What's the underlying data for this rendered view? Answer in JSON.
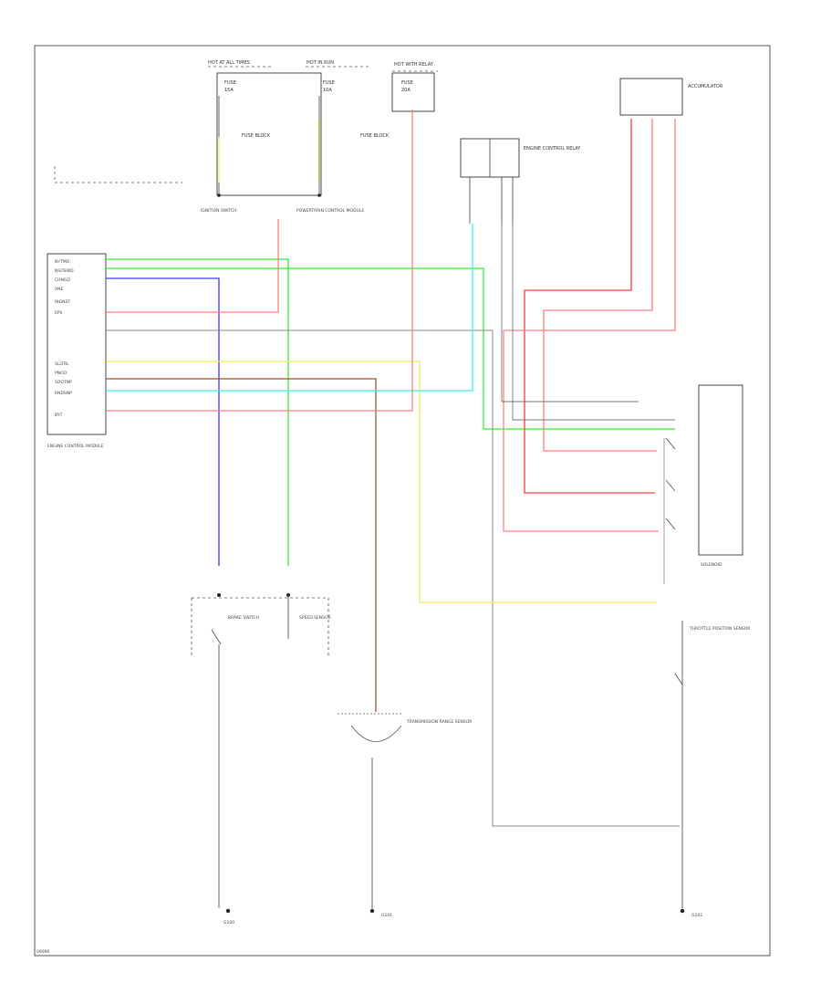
{
  "colors": {
    "green": "#33ee33",
    "pink": "#ff7f7f",
    "red": "#ff3a3a",
    "blue": "#3a3aee",
    "cyan": "#37f2f2",
    "yellow": "#eeee55",
    "brown": "#a0522d",
    "gray": "#666666",
    "olive": "#999900"
  },
  "labels": {
    "hot_at_all_times_1": "HOT AT ALL TIMES",
    "hot_in_run_1": "HOT IN RUN",
    "hot_with_relay": "HOT WITH RELAY",
    "fuse_a": "FUSE",
    "fuse_a_amp": "15A",
    "fuse_b": "FUSE",
    "fuse_b_amp": "10A",
    "fuse_c": "FUSE",
    "fuse_c_amp": "20A",
    "fuse_block_a": "FUSE BLOCK",
    "fuse_block_b": "FUSE BLOCK",
    "ignition": "IGNITION SWITCH",
    "powertrain": "POWERTRAIN CONTROL MODULE",
    "accumulator": "ACCUMULATOR",
    "engine_ctrl_relay": "ENGINE CONTROL RELAY",
    "ground_a": "G100",
    "ground_b": "G101",
    "ground_c": "G102",
    "brake_switch": "BRAKE SWITCH",
    "speed_sensor": "SPEED SENSOR",
    "trans_range": "TRANSMISSION RANGE SENSOR",
    "throttle_sensor": "THROTTLE POSITION SENSOR",
    "ecm": "ENGINE CONTROL MODULE",
    "solenoid": "SOLENOID",
    "page_ref": "09096"
  }
}
